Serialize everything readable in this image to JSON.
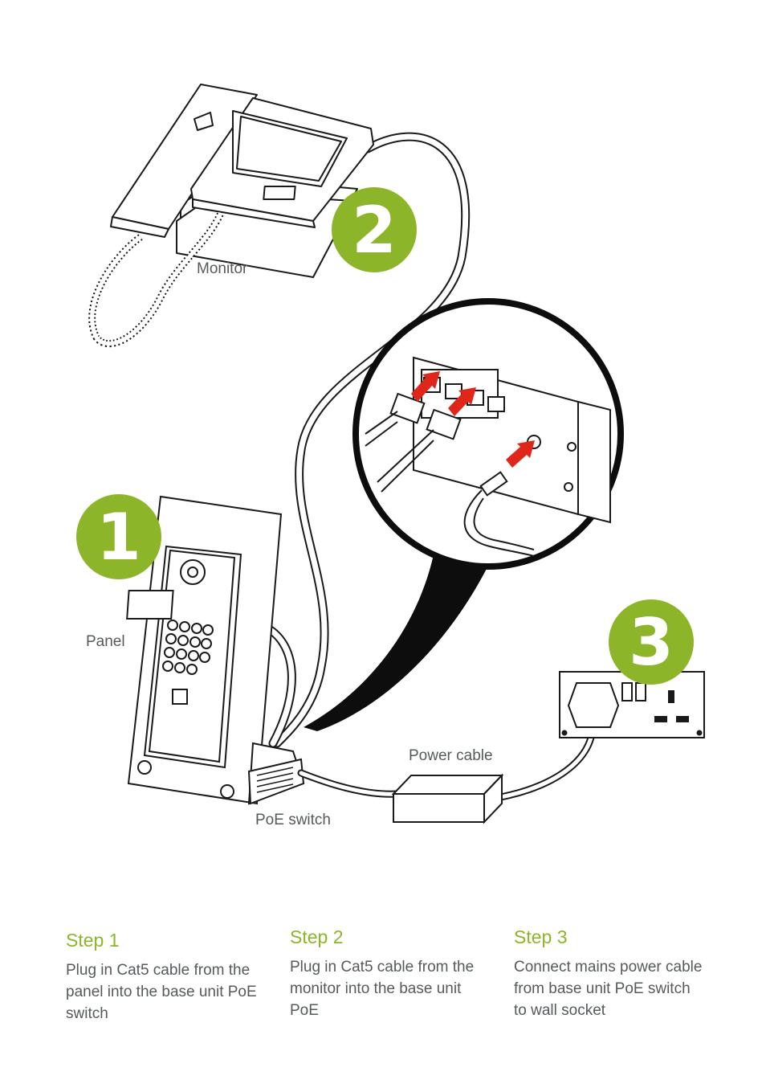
{
  "labels": {
    "monitor": "Monitor",
    "panel": "Panel",
    "power_cable": "Power cable",
    "poe_switch": "PoE switch"
  },
  "badges": [
    "1",
    "2",
    "3"
  ],
  "steps": [
    {
      "title": "Step 1",
      "text": "Plug in Cat5 cable from the panel into the base unit PoE switch"
    },
    {
      "title": "Step 2",
      "text": "Plug in Cat5 cable from the monitor into the base unit PoE"
    },
    {
      "title": "Step 3",
      "text": "Connect mains power cable from base unit PoE switch to wall socket"
    }
  ],
  "colors": {
    "accent": "#8db52a",
    "arrow": "#e0261b",
    "line": "#1a1a1a",
    "label": "#555a5c"
  }
}
